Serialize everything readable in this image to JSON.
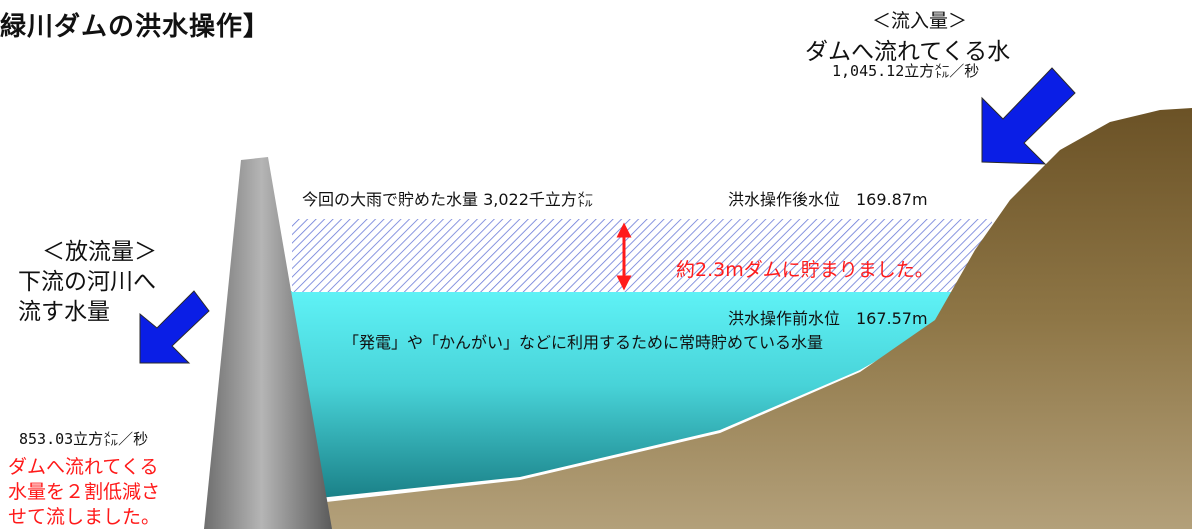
{
  "title": "緑川ダムの洪水操作】",
  "inflow": {
    "heading": "＜流入量＞",
    "description": "ダムへ流れてくる水",
    "value": "1,045.12立方㍍／秒"
  },
  "outflow": {
    "heading": "＜放流量＞",
    "description_line1": "下流の河川へ",
    "description_line2": "流す水量",
    "value": "853.03立方㍍／秒",
    "note_line1": "ダムへ流れてくる",
    "note_line2": "水量を２割低減さ",
    "note_line3": "せて流しました。"
  },
  "stored_volume": "今回の大雨で貯めた水量 3,022千立方㍍",
  "level_after": "洪水操作後水位　169.87m",
  "level_before": "洪水操作前水位　167.57m",
  "rise_note": "約2.3mダムに貯まりました。",
  "normal_storage": "「発電」や「かんがい」などに利用するために常時貯めている水量",
  "colors": {
    "arrow_blue": "#0a1ee6",
    "highlight_red": "#ff1a1a",
    "water_top": "#5ff2f6",
    "water_bottom": "#1a7f86",
    "hatch_blue": "#6a7ad8",
    "mountain_top": "#6b5226",
    "mountain_bottom": "#b3a07a",
    "dam_gray": "#8a8a8a"
  }
}
